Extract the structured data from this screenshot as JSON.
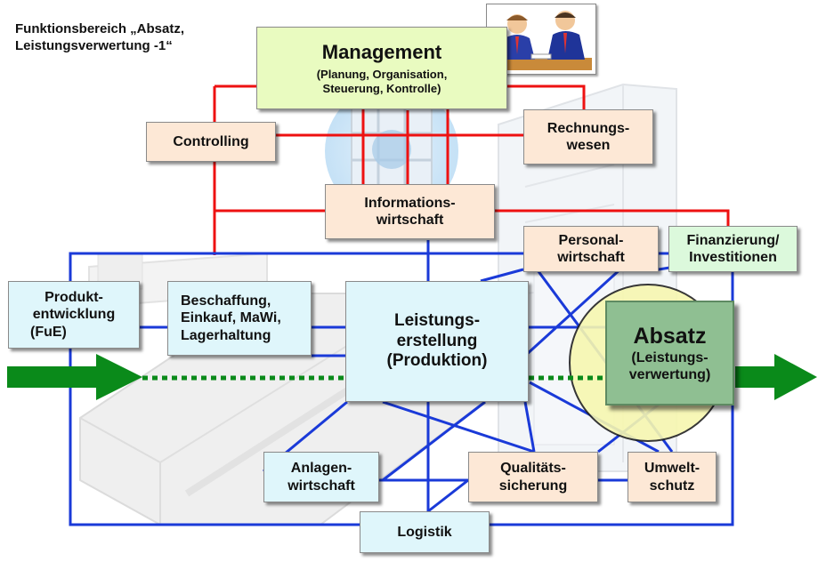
{
  "title": {
    "line1": "Funktionsbereich „Absatz,",
    "line2": "Leistungsverwertung -1“"
  },
  "colors": {
    "red_link": "#ee1111",
    "blue_link": "#1a3ad8",
    "arrow_green": "#0a8a1a",
    "absatz_circle": "#f7f7b0",
    "absatz_box": "#8fbf92"
  },
  "icons": {
    "management": "business-meeting-illustration",
    "background": "factory-and-globe-illustration",
    "flow": "green-arrow"
  },
  "boxes": {
    "management": {
      "line1": "Management",
      "line2": "(Planung, Organisation,",
      "line3": "Steuerung, Kontrolle)"
    },
    "controlling": {
      "line1": "Controlling"
    },
    "rechnungswesen": {
      "line1": "Rechnungs-",
      "line2": "wesen"
    },
    "informationswirtschaft": {
      "line1": "Informations-",
      "line2": "wirtschaft"
    },
    "personalwirtschaft": {
      "line1": "Personal-",
      "line2": "wirtschaft"
    },
    "finanzierung": {
      "line1": "Finanzierung/",
      "line2": "Investitionen"
    },
    "produktentwicklung": {
      "line1": "Produkt-",
      "line2": "entwicklung",
      "line3": "(FuE)"
    },
    "beschaffung": {
      "line1": "Beschaffung,",
      "line2": "Einkauf, MaWi,",
      "line3": "Lagerhaltung"
    },
    "leistungserstellung": {
      "line1": "Leistungs-",
      "line2": "erstellung",
      "line3": "(Produktion)"
    },
    "absatz": {
      "line1": "Absatz",
      "line2": "(Leistungs-",
      "line3": "verwertung)"
    },
    "anlagenwirtschaft": {
      "line1": "Anlagen-",
      "line2": "wirtschaft"
    },
    "qualitaetssicherung": {
      "line1": "Qualitäts-",
      "line2": "sicherung"
    },
    "umweltschutz": {
      "line1": "Umwelt-",
      "line2": "schutz"
    },
    "logistik": {
      "line1": "Logistik"
    }
  }
}
